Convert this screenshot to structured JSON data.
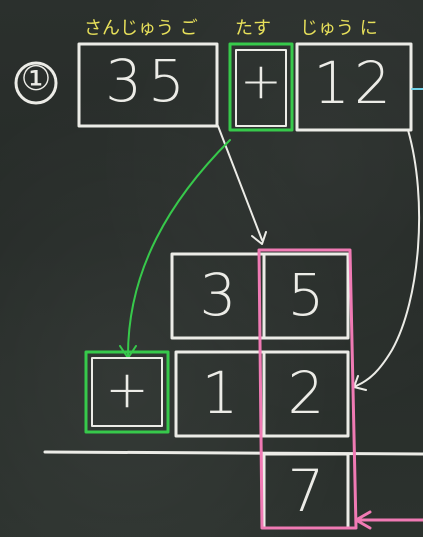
{
  "problem": {
    "number": "①",
    "reading": {
      "left": "さんじゅう ご",
      "op": "たす",
      "right": "じゅう に"
    },
    "expression": {
      "left": "35",
      "operator": "+",
      "right": "12"
    }
  },
  "column": {
    "top_tens": "3",
    "top_ones": "5",
    "operator": "+",
    "bottom_tens": "1",
    "bottom_ones": "2",
    "result_ones": "7"
  },
  "colors": {
    "chalk_white": "#ecece7",
    "chalk_yellow": "#e7e05a",
    "chalk_green": "#37c94b",
    "chalk_pink": "#f07ab4",
    "board": "#2a2f2c"
  }
}
